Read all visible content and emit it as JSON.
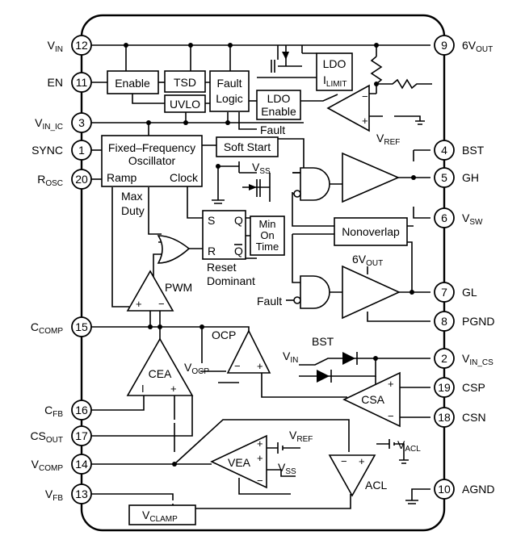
{
  "pins": [
    {
      "id": "vin",
      "num": "12",
      "label": "V",
      "sub": "IN",
      "side": "left"
    },
    {
      "id": "en",
      "num": "11",
      "label": "EN",
      "sub": "",
      "side": "left"
    },
    {
      "id": "vin-ic",
      "num": "3",
      "label": "V",
      "sub": "IN_IC",
      "side": "left"
    },
    {
      "id": "sync",
      "num": "1",
      "label": "SYNC",
      "sub": "",
      "side": "left"
    },
    {
      "id": "rosc",
      "num": "20",
      "label": "R",
      "sub": "OSC",
      "side": "left"
    },
    {
      "id": "ccomp",
      "num": "15",
      "label": "C",
      "sub": "COMP",
      "side": "left"
    },
    {
      "id": "cfb",
      "num": "16",
      "label": "C",
      "sub": "FB",
      "side": "left"
    },
    {
      "id": "csout",
      "num": "17",
      "label": "CS",
      "sub": "OUT",
      "side": "left"
    },
    {
      "id": "vcomp",
      "num": "14",
      "label": "V",
      "sub": "COMP",
      "side": "left"
    },
    {
      "id": "vfb",
      "num": "13",
      "label": "V",
      "sub": "FB",
      "side": "left"
    },
    {
      "id": "6vout",
      "num": "9",
      "label": "6V",
      "sub": "OUT",
      "side": "right"
    },
    {
      "id": "bst",
      "num": "4",
      "label": "BST",
      "sub": "",
      "side": "right"
    },
    {
      "id": "gh",
      "num": "5",
      "label": "GH",
      "sub": "",
      "side": "right"
    },
    {
      "id": "vsw",
      "num": "6",
      "label": "V",
      "sub": "SW",
      "side": "right"
    },
    {
      "id": "gl",
      "num": "7",
      "label": "GL",
      "sub": "",
      "side": "right"
    },
    {
      "id": "pgnd",
      "num": "8",
      "label": "PGND",
      "sub": "",
      "side": "right"
    },
    {
      "id": "vin-cs",
      "num": "2",
      "label": "V",
      "sub": "IN_CS",
      "side": "right"
    },
    {
      "id": "csp",
      "num": "19",
      "label": "CSP",
      "sub": "",
      "side": "right"
    },
    {
      "id": "csn",
      "num": "18",
      "label": "CSN",
      "sub": "",
      "side": "right"
    },
    {
      "id": "agnd",
      "num": "10",
      "label": "AGND",
      "sub": "",
      "side": "right"
    }
  ],
  "blocks": {
    "enable": "Enable",
    "tsd": "TSD",
    "uvlo": "UVLO",
    "fault_logic_1": "Fault",
    "fault_logic_2": "Logic",
    "ldo_ilimit_1": "LDO",
    "ldo_ilimit_2": "I",
    "ldo_ilimit_sub": "LIMIT",
    "ldo_enable_1": "LDO",
    "ldo_enable_2": "Enable",
    "osc_1": "Fixed–Frequency",
    "osc_2": "Oscillator",
    "osc_ramp": "Ramp",
    "osc_clock": "Clock",
    "soft_start": "Soft Start",
    "nonoverlap": "Nonoverlap",
    "min_on_1": "Min",
    "min_on_2": "On",
    "min_on_3": "Time",
    "latch_s": "S",
    "latch_r": "R",
    "latch_q": "Q",
    "latch_qbar": "Q",
    "reset_1": "Reset",
    "reset_2": "Dominant",
    "max_duty_1": "Max",
    "max_duty_2": "Duty",
    "vclamp": "V",
    "vclamp_sub": "CLAMP"
  },
  "amps": {
    "pwm": "PWM",
    "cea": "CEA",
    "ocp": "OCP",
    "csa": "CSA",
    "vea": "VEA",
    "acl": "ACL",
    "plus": "+",
    "minus": "−",
    "cea_i": "I"
  },
  "labels": {
    "fault_top": "Fault",
    "fault_bottom": "Fault",
    "vref_top": "V",
    "vref_top_sub": "REF",
    "vss_top": "V",
    "vss_top_sub": "SS",
    "vocp": "V",
    "vocp_sub": "OCP",
    "bst_inner": "BST",
    "vin_inner": "V",
    "vin_inner_sub": "IN",
    "vref_vea": "V",
    "vref_vea_sub": "REF",
    "vss_vea": "V",
    "vss_vea_sub": "SS",
    "vacl": "V",
    "vacl_sub": "ACL",
    "6vout_inner": "6V",
    "6vout_inner_sub": "OUT"
  }
}
